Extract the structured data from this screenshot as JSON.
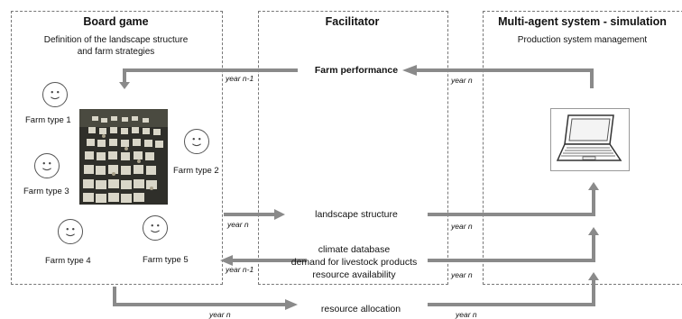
{
  "panels": {
    "board_game": {
      "title": "Board game",
      "subtitle_line1": "Definition of the landscape structure",
      "subtitle_line2": "and farm strategies"
    },
    "facilitator": {
      "title": "Facilitator"
    },
    "mas": {
      "title": "Multi-agent system - simulation",
      "subtitle": "Production system management"
    }
  },
  "farm_types": [
    {
      "label": "Farm type 1",
      "icon": "smiley-icon"
    },
    {
      "label": "Farm type 2",
      "icon": "smiley-icon"
    },
    {
      "label": "Farm type 3",
      "icon": "smiley-icon"
    },
    {
      "label": "Farm type 4",
      "icon": "smiley-icon"
    },
    {
      "label": "Farm type 5",
      "icon": "smiley-icon"
    }
  ],
  "flows": {
    "farm_performance": "Farm performance",
    "landscape_structure": "landscape structure",
    "climate_database": "climate database",
    "demand_livestock": "demand for livestock products",
    "resource_availability": "resource availability",
    "resource_allocation": "resource allocation"
  },
  "years": {
    "perf_left": "year n-1",
    "perf_right": "year n",
    "landscape_left": "year n",
    "landscape_right": "year n",
    "climate_left": "year n-1",
    "climate_right": "year n",
    "alloc_left": "year n",
    "alloc_right": "year n"
  },
  "colors": {
    "arrow": "#8a8a8a",
    "panel_border": "#777777",
    "photo_dark": "#3a3a34"
  },
  "icons": {
    "photo": "board-game-photo",
    "computer": "laptop-icon"
  }
}
